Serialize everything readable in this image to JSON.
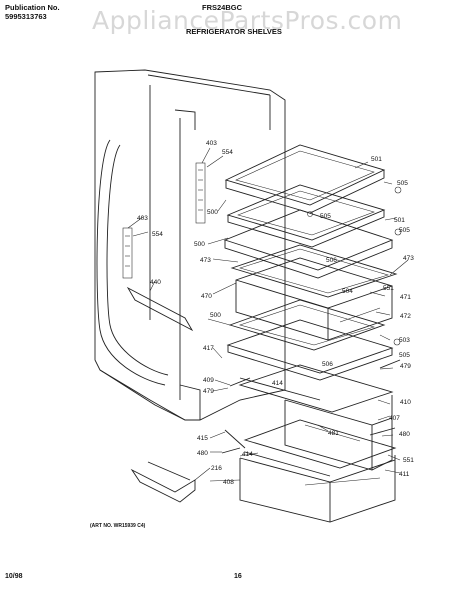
{
  "header": {
    "publication_label": "Publication No.",
    "publication_number": "5995313763",
    "model": "FRS24BGC",
    "section_title": "REFRIGERATOR SHELVES"
  },
  "watermark": "AppliancePartsPros.com",
  "art_number": "(ART NO. WR15939 C4)",
  "footer": {
    "date": "10/98",
    "page": "16"
  },
  "parts": [
    "403",
    "554",
    "500",
    "501",
    "505",
    "473",
    "470",
    "440",
    "417",
    "409",
    "479",
    "414",
    "415",
    "480",
    "216",
    "408",
    "504",
    "551",
    "471",
    "472",
    "503",
    "410",
    "407",
    "481",
    "411",
    "506"
  ],
  "colors": {
    "line": "#222222",
    "text": "#111111",
    "watermark": "#969696"
  }
}
